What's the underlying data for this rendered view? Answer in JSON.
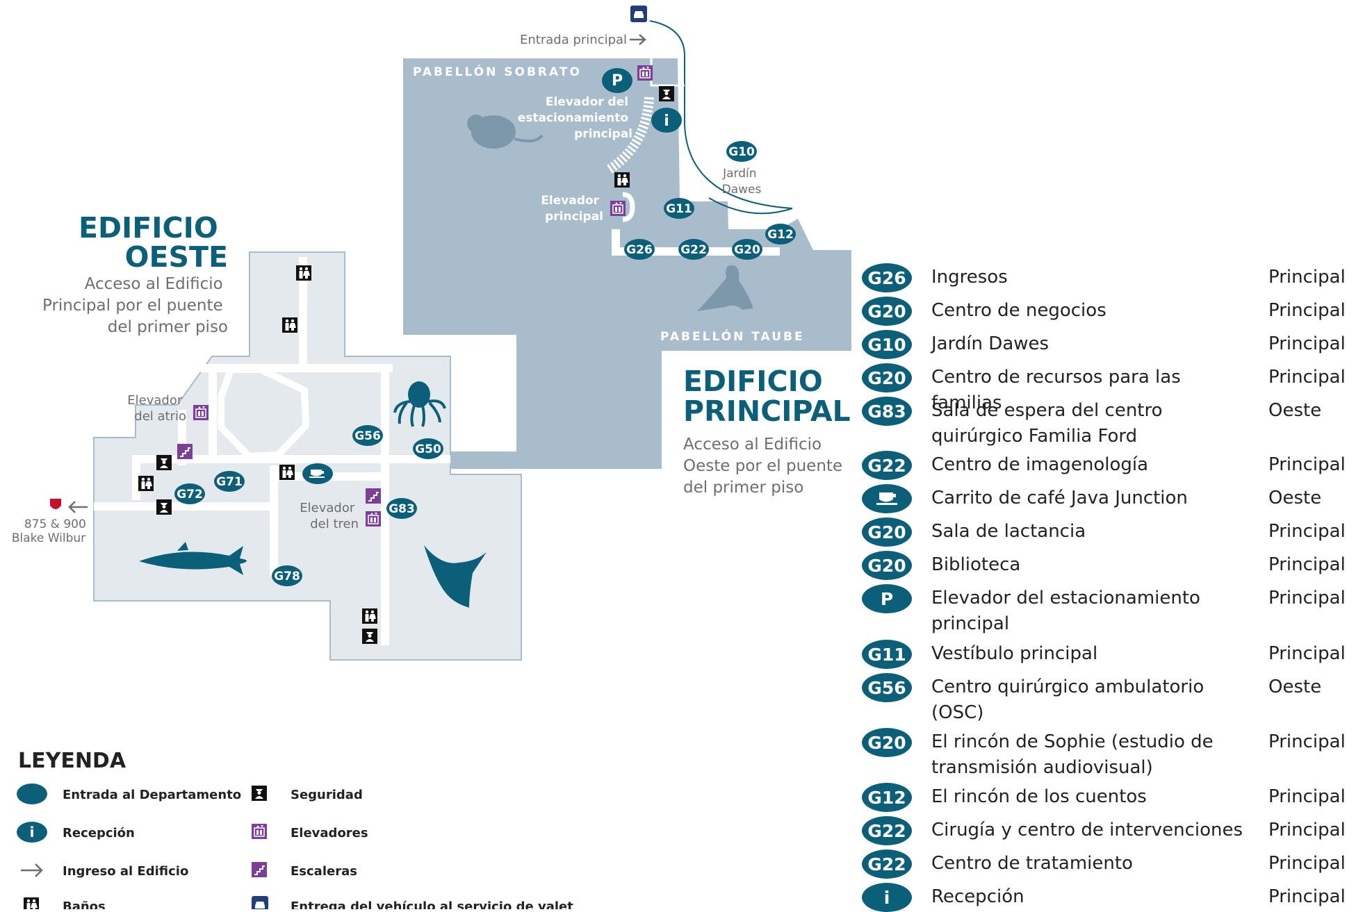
{
  "colors": {
    "teal": "#0b5f79",
    "main_building_fill": "#a8bccb",
    "west_building_fill": "#e4e9ee",
    "purple": "#7b3f98",
    "navy": "#1f3e7a",
    "grey_text": "#6d6e70"
  },
  "map": {
    "main_entrance": "Entrada principal",
    "pavilion_sobrato": "PABELLÓN SOBRATO",
    "pavilion_taube": "PABELLÓN TAUBE",
    "parking_badge": "P",
    "info_badge": "i",
    "parking_elevator": [
      "Elevador del",
      "estacionamiento",
      "principal"
    ],
    "main_elevator": [
      "Elevador",
      "principal"
    ],
    "garden": [
      "Jardín",
      "Dawes"
    ],
    "atrium_elevator": [
      "Elevador",
      "del atrio"
    ],
    "train_elevator": [
      "Elevador",
      "del tren"
    ],
    "external_link": [
      "875 & 900",
      "Blake Wilbur"
    ],
    "room_badges": {
      "g10": "G10",
      "g11": "G11",
      "g12": "G12",
      "g20": "G20",
      "g22": "G22",
      "g26": "G26",
      "g56": "G56",
      "g50": "G50",
      "g71": "G71",
      "g72": "G72",
      "g83": "G83",
      "g78": "G78"
    },
    "west_building": {
      "title_line1": "EDIFICIO",
      "title_line2": "OESTE",
      "access": [
        "Acceso al Edificio",
        "Principal por el puente",
        "del primer piso"
      ]
    },
    "main_building": {
      "title_line1": "EDIFICIO",
      "title_line2": "PRINCIPAL",
      "access": [
        "Acceso al Edificio",
        "Oeste por el puente",
        "del primer piso"
      ]
    },
    "icons": [
      "car-icon",
      "elevator-icon",
      "security-icon",
      "restroom-icon",
      "stairs-icon",
      "coffee-icon",
      "arrow-right-icon",
      "hospital-shield-icon",
      "rat-icon",
      "sea-lion-icon",
      "octopus-icon",
      "shark-icon",
      "manta-ray-icon"
    ]
  },
  "legend": {
    "title": "LEYENDA",
    "items": [
      {
        "icon": "department-entrance-icon",
        "label": "Entrada al Departamento"
      },
      {
        "icon": "info-icon",
        "label": "Recepción"
      },
      {
        "icon": "arrow-right-icon",
        "label": "Ingreso al Edificio"
      },
      {
        "icon": "restroom-icon",
        "label": "Baños"
      },
      {
        "icon": "security-icon",
        "label": "Seguridad"
      },
      {
        "icon": "elevator-icon",
        "label": "Elevadores"
      },
      {
        "icon": "stairs-icon",
        "label": "Escaleras"
      },
      {
        "icon": "car-icon",
        "label": "Entrega del vehículo al servicio de valet"
      }
    ]
  },
  "directory": [
    {
      "code": "G26",
      "name": "Ingresos",
      "building": "Principal"
    },
    {
      "code": "G20",
      "name": "Centro de negocios",
      "building": "Principal"
    },
    {
      "code": "G10",
      "name": "Jardín Dawes",
      "building": "Principal"
    },
    {
      "code": "G20",
      "name": "Centro de recursos para las familias",
      "building": "Principal"
    },
    {
      "code": "G83",
      "name": "Sala de espera del centro quirúrgico Familia Ford",
      "building": "Oeste"
    },
    {
      "code": "G22",
      "name": "Centro de imagenología",
      "building": "Principal"
    },
    {
      "code": "",
      "icon": "coffee-icon",
      "name": "Carrito de café Java Junction",
      "building": "Oeste"
    },
    {
      "code": "G20",
      "name": "Sala de lactancia",
      "building": "Principal"
    },
    {
      "code": "G20",
      "name": "Biblioteca",
      "building": "Principal"
    },
    {
      "code": "P",
      "name": "Elevador del estacionamiento principal",
      "building": "Principal"
    },
    {
      "code": "G11",
      "name": "Vestíbulo principal",
      "building": "Principal"
    },
    {
      "code": "G56",
      "name": "Centro quirúrgico ambulatorio (OSC)",
      "building": "Oeste"
    },
    {
      "code": "G20",
      "name": "El rincón de Sophie (estudio de transmisión audiovisual)",
      "building": "Principal"
    },
    {
      "code": "G12",
      "name": "El rincón de los cuentos",
      "building": "Principal"
    },
    {
      "code": "G22",
      "name": "Cirugía y centro de intervenciones",
      "building": "Principal"
    },
    {
      "code": "G22",
      "name": "Centro de tratamiento",
      "building": "Principal"
    },
    {
      "code": "i",
      "name": "Recepción",
      "building": "Principal"
    }
  ]
}
